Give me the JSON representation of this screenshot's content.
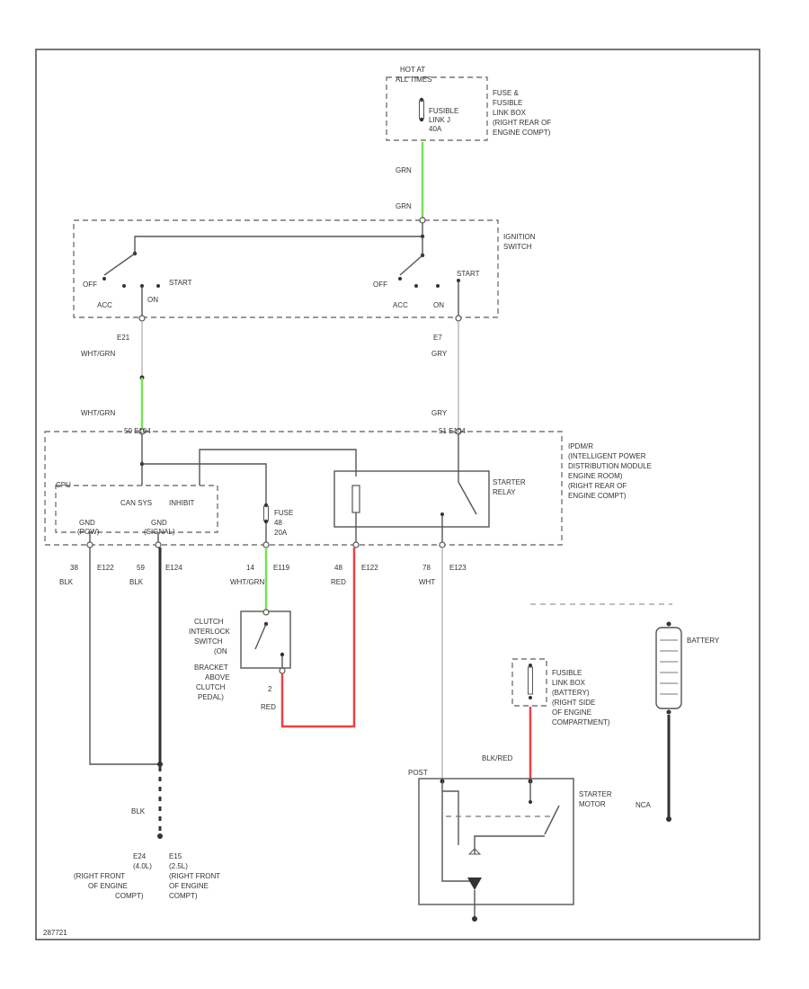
{
  "fuse_box": {
    "hot_at": "HOT AT",
    "hot_when": "ALL TIMES",
    "fuse_label": "FUSIBLE",
    "fuse_label2": "LINK J",
    "fuse_amp": "40A",
    "desc": [
      "FUSE &",
      "FUSIBLE",
      "LINK BOX",
      "(RIGHT REAR OF",
      "ENGINE COMPT)"
    ]
  },
  "wires": {
    "grn_top": "GRN",
    "grn_mid": "GRN",
    "wht_grn_1": "WHT/GRN",
    "wht_grn_2": "WHT/GRN",
    "gry_1": "GRY",
    "gry_2": "GRY",
    "blk_1": "BLK",
    "blk_2": "BLK",
    "wht_grn_3": "WHT/GRN",
    "red_1": "RED",
    "wht": "WHT",
    "red_2": "RED",
    "blk_red": "BLK/RED",
    "blk_ground": "BLK"
  },
  "ignition_switch": {
    "name": [
      "IGNITION",
      "SWITCH"
    ],
    "left_off": "OFF",
    "left_acc": "ACC",
    "left_on": "ON",
    "left_start": "START",
    "right_off": "OFF",
    "right_acc": "ACC",
    "right_on": "ON",
    "right_start": "START",
    "pin_left": "E21",
    "pin_right": "E7"
  },
  "ipdm": {
    "desc": [
      "IPDM/R",
      "(INTELLIGENT POWER",
      "DISTRIBUTION MODULE",
      "ENGINE ROOM)",
      "(RIGHT REAR OF",
      "ENGINE COMPT)"
    ],
    "conn_left": "50 E104",
    "conn_right": "51 E104",
    "cpu": "CPU",
    "cansys": "CAN SYS",
    "inhibit": "INHIBIT",
    "gnd1": "GND",
    "gnd1_sub": "(POW)",
    "gnd2": "GND",
    "gnd2_sub": "(SIGNAL)",
    "fuse": "FUSE",
    "fuse_amp": "48",
    "fuse_amp2": "20A",
    "relay": [
      "STARTER",
      "RELAY"
    ]
  },
  "pins": {
    "p1": "38",
    "p1c": "E122",
    "p2": "59",
    "p2c": "E124",
    "p3": "14",
    "p3c": "E119",
    "p4": "48",
    "p4c": "E122",
    "p5": "78",
    "p5c": "E123"
  },
  "clutch_switch": {
    "desc": [
      "CLUTCH",
      "INTERLOCK",
      "SWITCH",
      "(ON",
      "BRACKET",
      "ABOVE",
      "CLUTCH",
      "PEDAL)"
    ],
    "pin": "2"
  },
  "grounds": {
    "left": [
      "E24",
      "(4.0L)",
      "(RIGHT FRONT",
      "OF ENGINE",
      "COMPT)"
    ],
    "right": [
      "E15",
      "(2.5L)",
      "(RIGHT FRONT",
      "OF ENGINE",
      "COMPT)"
    ]
  },
  "battery_section": {
    "battery": "BATTERY",
    "fusible": [
      "FUSIBLE",
      "LINK BOX",
      "(BATTERY)",
      "(RIGHT SIDE",
      "OF ENGINE",
      "COMPARTMENT)"
    ],
    "starter": [
      "STARTER",
      "MOTOR"
    ],
    "post": "POST",
    "nca": "NCA"
  },
  "footer": {
    "code": "287721"
  }
}
